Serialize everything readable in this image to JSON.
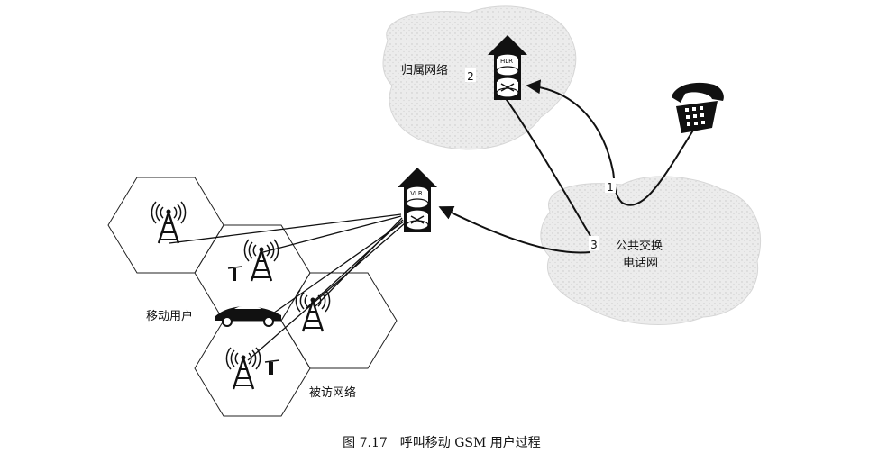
{
  "labels": {
    "home_network": "归属网络",
    "pstn_line1": "公共交换",
    "pstn_line2": "电话网",
    "mobile_user": "移动用户",
    "visited_network": "被访网络",
    "vlr_tag": "VLR",
    "hlr_tag": "HLR"
  },
  "steps": {
    "s1": "1",
    "s2": "2",
    "s3": "3"
  },
  "caption": "图 7.17　呼叫移动 GSM 用户过程",
  "colors": {
    "ink": "#111111",
    "cloud": "#e8e8e8",
    "cloud_edge": "#cfcfcf"
  }
}
